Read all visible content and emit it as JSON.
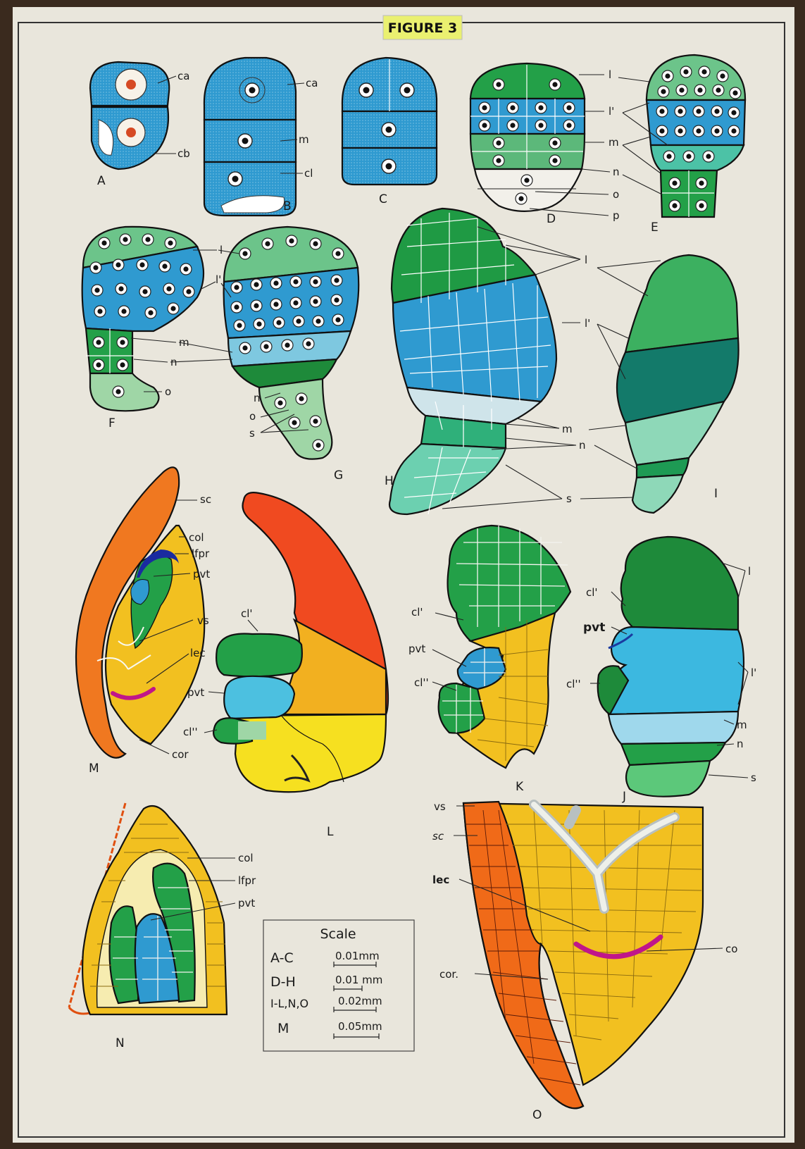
{
  "title": "FIGURE 3",
  "panels": [
    "A",
    "B",
    "C",
    "D",
    "E",
    "F",
    "G",
    "H",
    "I",
    "J",
    "K",
    "L",
    "M",
    "N",
    "O"
  ],
  "labels": {
    "ca": "ca",
    "cb": "cb",
    "m": "m",
    "cl": "cl",
    "l": "l",
    "l_prime": "l'",
    "n": "n",
    "o": "o",
    "p": "p",
    "s": "s",
    "sc": "sc",
    "col": "col",
    "lfpr": "lfpr",
    "pvt": "pvt",
    "vs": "vs",
    "lec": "lec",
    "cor": "cor",
    "cl_prime": "cl'",
    "cl_dprime": "cl''",
    "co": "co",
    "cor_dot": "cor."
  },
  "scale": {
    "heading": "Scale",
    "rows": [
      {
        "range": "A-C",
        "value": "0.01mm"
      },
      {
        "range": "D-H",
        "value": "0.01 mm"
      },
      {
        "range": "I-L,N,O",
        "value": "0.02mm"
      },
      {
        "range": "M",
        "value": "0.05mm"
      }
    ]
  },
  "colors": {
    "paper": "#e9e6dc",
    "blue": "#2f9ad0",
    "light_blue": "#7ec8e0",
    "green": "#23a048",
    "dark_green": "#1e7a3a",
    "pale_green": "#9fd6a6",
    "teal": "#4cc2a6",
    "dark_teal": "#137a6a",
    "orange": "#f07820",
    "red_orange": "#f04a20",
    "yellow": "#f2c020",
    "bright_yellow": "#f6e020",
    "magenta": "#c0168a",
    "label_bg": "#eaf070"
  }
}
